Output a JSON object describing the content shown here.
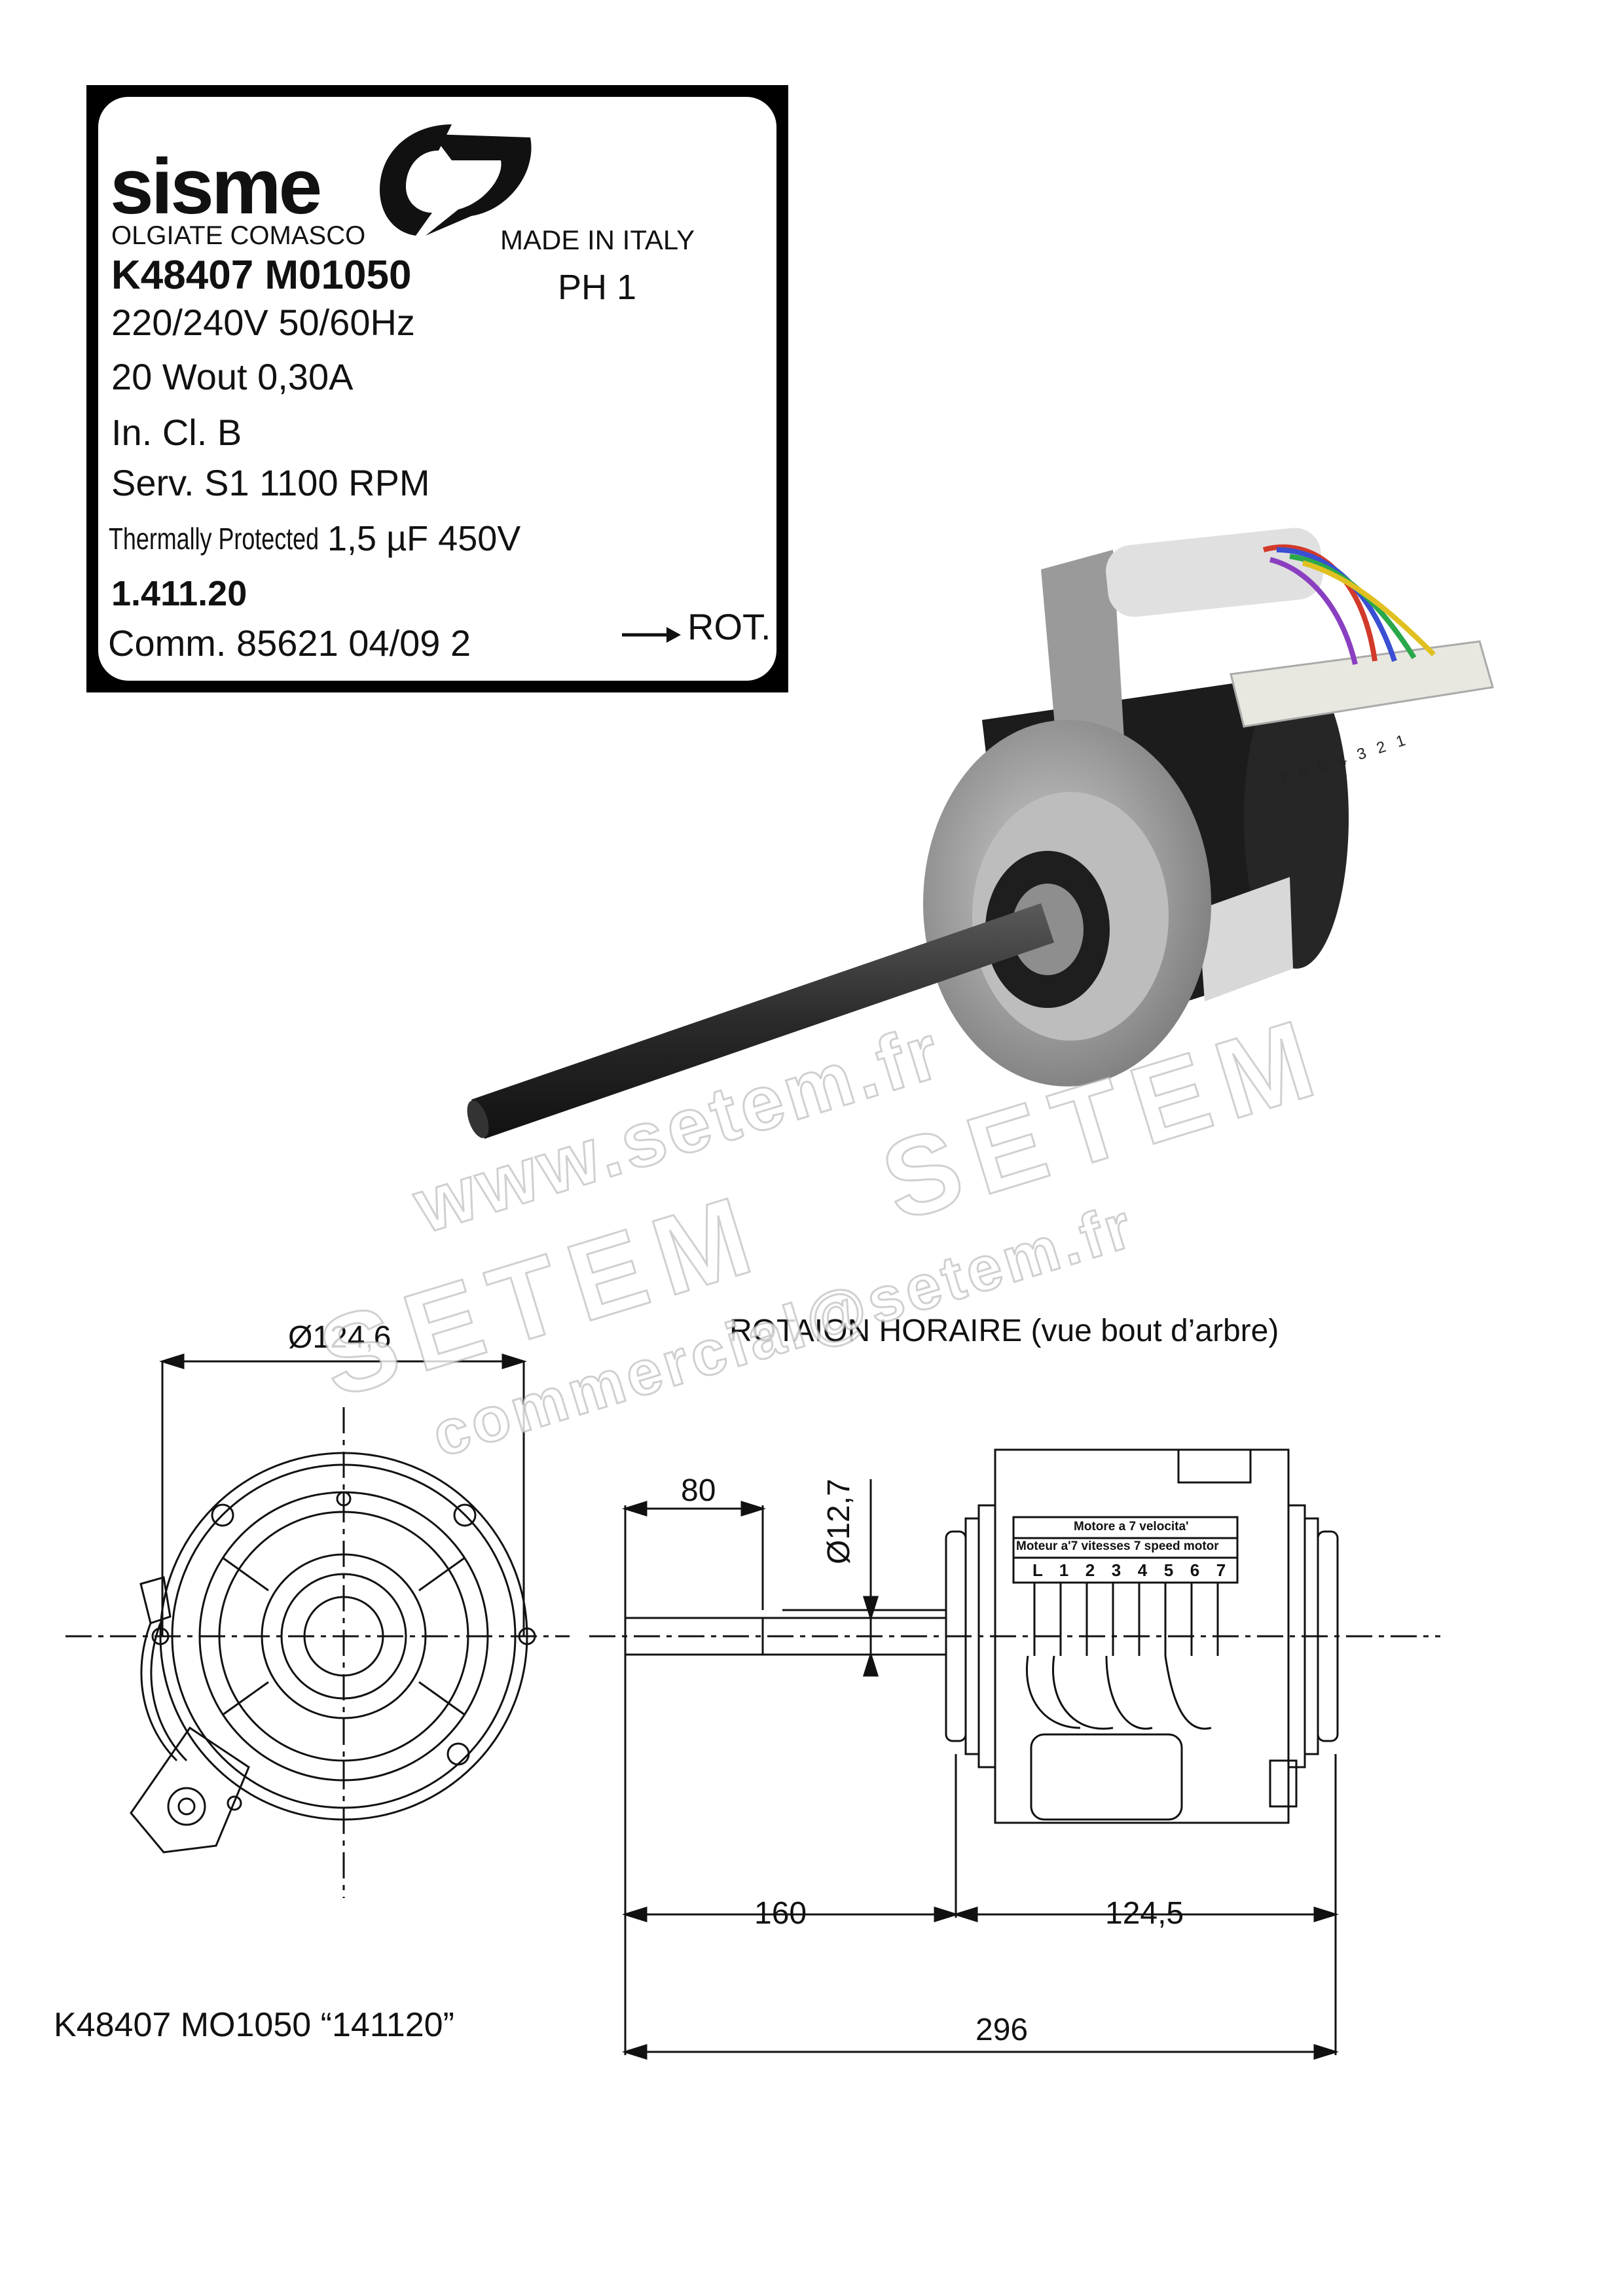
{
  "nameplate": {
    "brand": "sisme",
    "city": "OLGIATE COMASCO",
    "made_in": "MADE IN ITALY",
    "model": "K48407 M01050",
    "phase": "PH 1",
    "voltage": "220/240V   50/60Hz",
    "power": "20 Wout  0,30A",
    "insulation": "In. Cl. B",
    "service": "Serv. S1   1100 RPM",
    "thermal": "Thermally Protected",
    "capacitor": "1,5 µF 450V",
    "code": "1.411.20",
    "comm": "Comm.  85621  04/09  2",
    "rotation": "ROT."
  },
  "photo": {
    "terminal_numbers": [
      "1",
      "2",
      "3",
      "4",
      "5",
      "6",
      "7"
    ]
  },
  "watermark": {
    "url": "www.setem.fr",
    "brand_a": "SETEM",
    "brand_b": "SETEM",
    "email": "commercial@setem.fr"
  },
  "drawing": {
    "outer_diameter": "Ø124,6",
    "rotation_caption": "ROTAION HORAIRE (vue bout d’arbre)",
    "shaft_flat": "80",
    "shaft_diameter": "Ø12,7",
    "shaft_length": "160",
    "body_length": "124,5",
    "total_length": "296",
    "terminal_title_1": "Motore a 7 velocita'",
    "terminal_title_2": "Moteur a'7 vitesses  7 speed motor",
    "terminal_labels": [
      "L",
      "1",
      "2",
      "3",
      "4",
      "5",
      "6",
      "7"
    ],
    "part_reference": "K48407 MO1050 “141120”"
  }
}
